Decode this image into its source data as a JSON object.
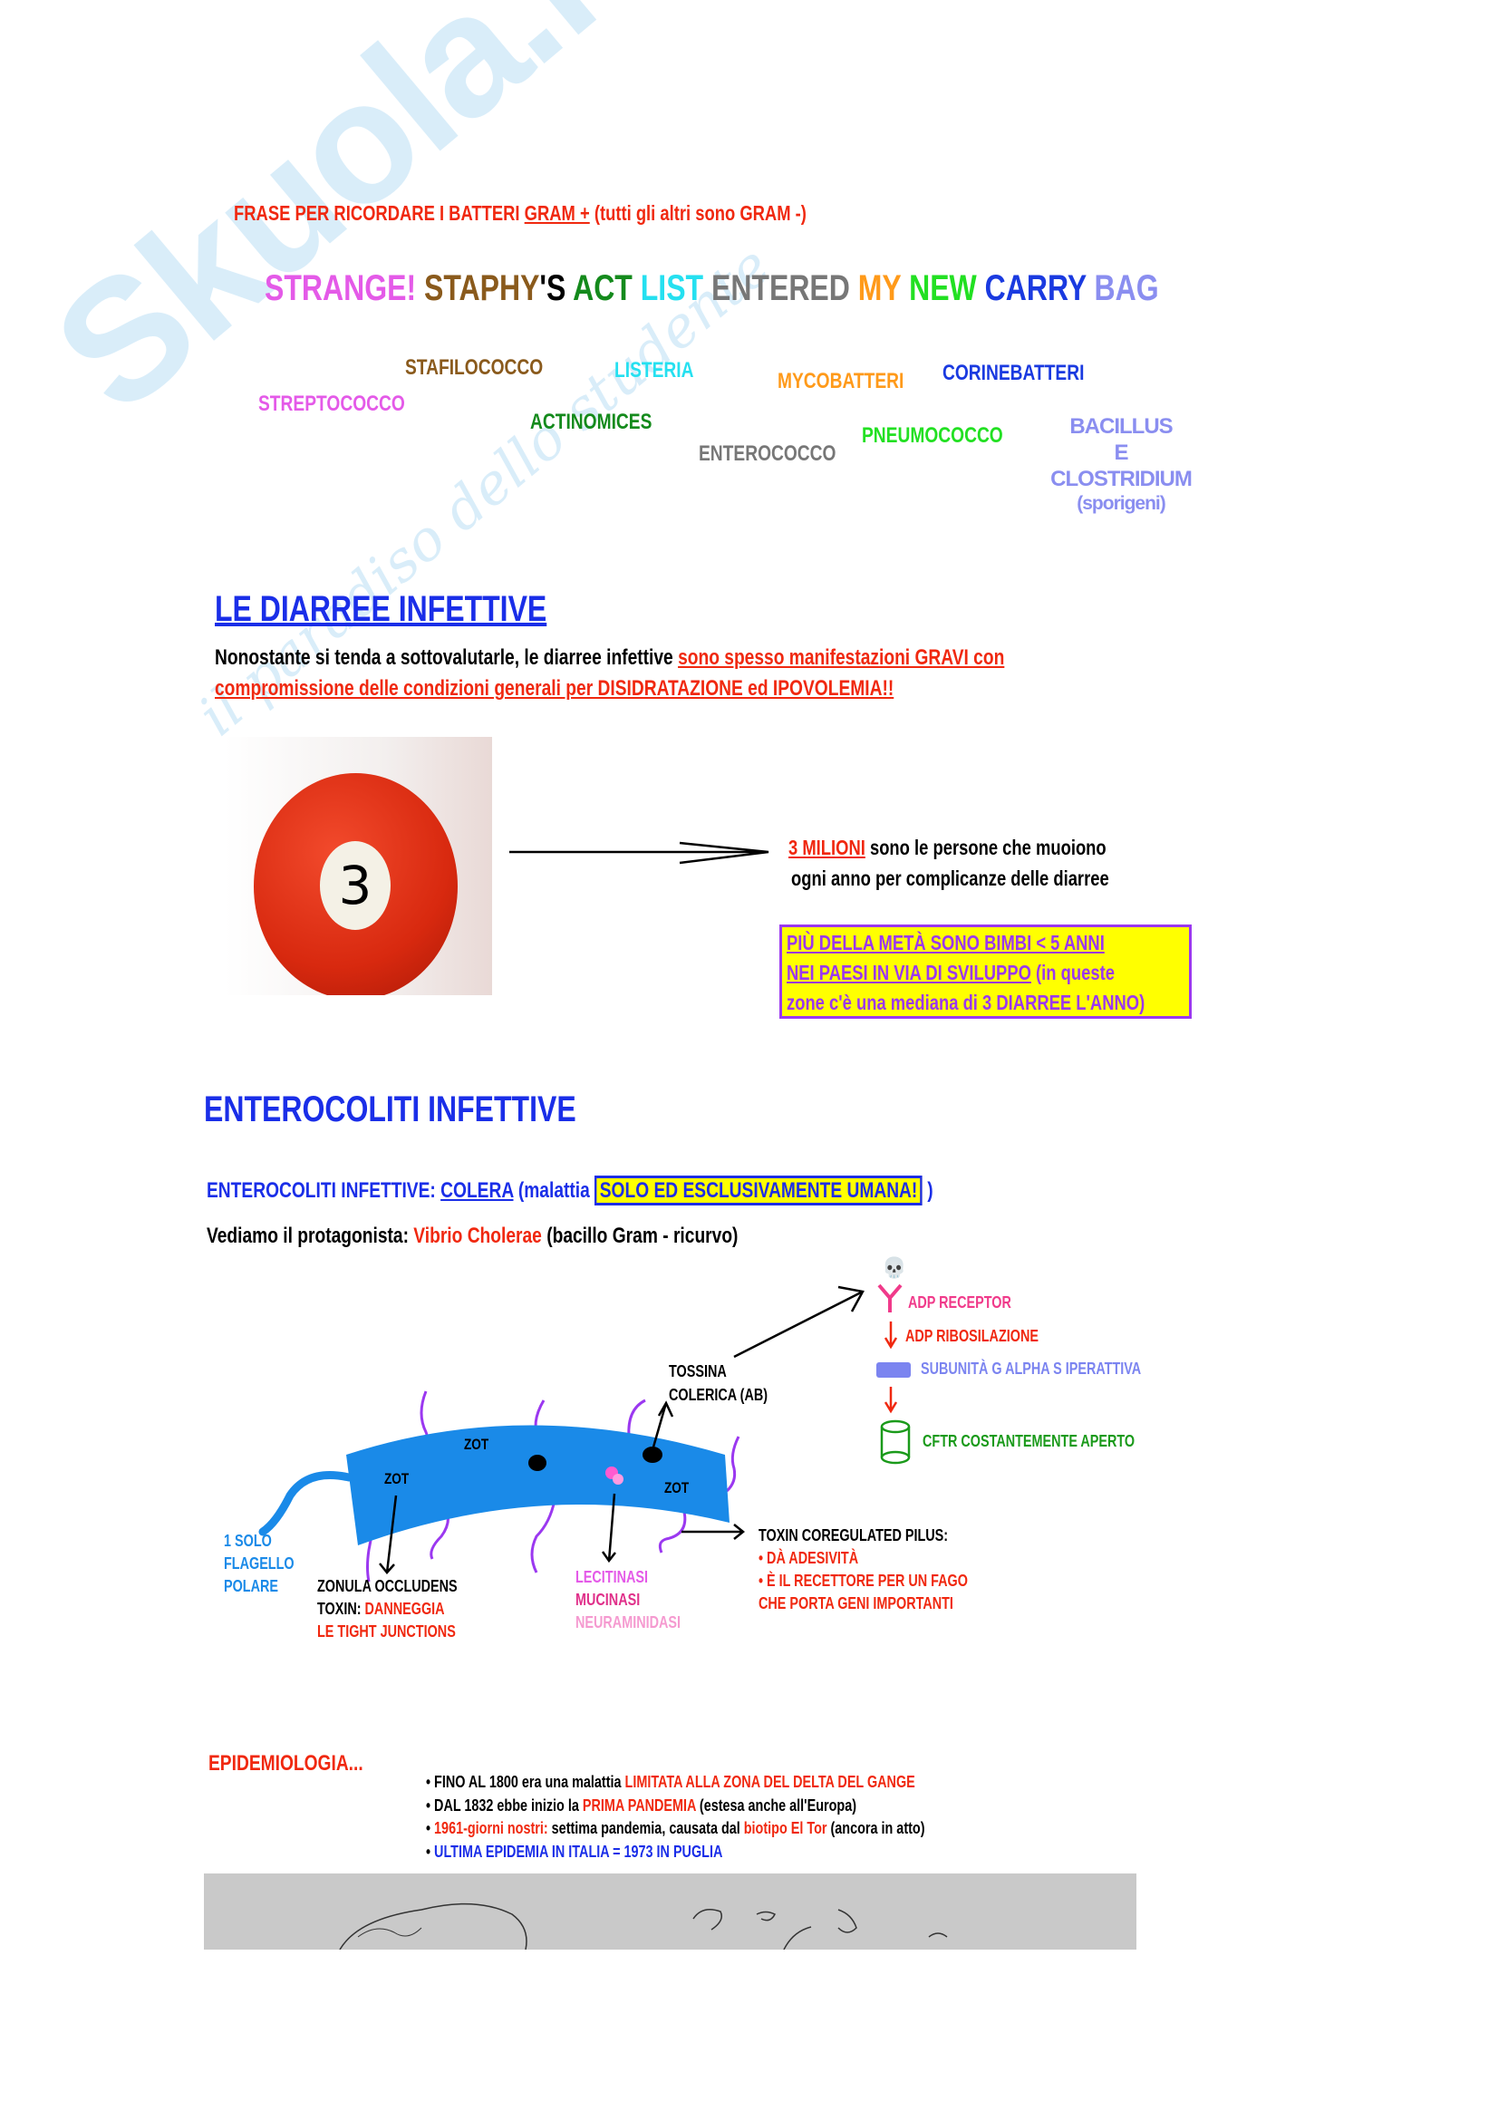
{
  "watermark": {
    "brand": "Skuola.net",
    "tagline": "il paradiso dello studente"
  },
  "mnemonic": {
    "intro": {
      "a": "FRASE PER RICORDARE I BATTERI ",
      "b": "GRAM +",
      "c": " (tutti gli altri sono GRAM -)"
    },
    "phrase": [
      {
        "text": "STRANGE!",
        "color": "#e45ae8"
      },
      {
        "text": " STAPHY",
        "color": "#8a5a1c"
      },
      {
        "text": "'S",
        "color": "#000000"
      },
      {
        "text": " ACT",
        "color": "#148a1c"
      },
      {
        "text": " LIST",
        "color": "#25e0f0"
      },
      {
        "text": " ENTERED",
        "color": "#777777"
      },
      {
        "text": " MY",
        "color": "#ff9a1a"
      },
      {
        "text": " NEW",
        "color": "#22e022"
      },
      {
        "text": " CARRY",
        "color": "#1a3ae0"
      },
      {
        "text": " BAG",
        "color": "#8a8ef0"
      }
    ],
    "bacteria": {
      "stafilococco": "STAFILOCOCCO",
      "listeria": "LISTERIA",
      "mycobatteri": "MYCOBATTERI",
      "corinebatteri": "CORINEBATTERI",
      "streptococco": "STREPTOCOCCO",
      "actinomices": "ACTINOMICES",
      "enterococco": "ENTEROCOCCO",
      "pneumococco": "PNEUMOCOCCO",
      "bacillus_1": "BACILLUS",
      "bacillus_2": "E CLOSTRIDIUM",
      "bacillus_3": "(sporigeni)"
    }
  },
  "diarrea": {
    "title": "LE DIARREE INFETTIVE",
    "p_a": "Nonostante si tenda a sottovalutarle, le diarree infettive ",
    "p_b": "sono spesso manifestazioni GRAVI con",
    "p_c": "compromissione delle condizioni generali per DISIDRATAZIONE ed IPOVOLEMIA!!",
    "ball_number": "3",
    "stat_a": "3 MILIONI",
    "stat_b": " sono le persone che muoiono",
    "stat_c": "ogni anno per complicanze delle diarree",
    "box_1": "PIÙ DELLA METÀ SONO BIMBI < 5 ANNI",
    "box_2a": "NEI PAESI IN VIA DI SVILUPPO",
    "box_2b": " (in queste",
    "box_3": "zone c'è una mediana di 3 DIARREE L'ANNO)"
  },
  "enterocoliti": {
    "title": "ENTEROCOLITI INFETTIVE",
    "colera_a": "ENTEROCOLITI INFETTIVE: ",
    "colera_b": "COLERA",
    "colera_c": " (malattia ",
    "colera_box": "SOLO ED ESCLUSIVAMENTE UMANA!",
    "colera_d": " )",
    "vediamo_a": "Vediamo il protagonista: ",
    "vediamo_b": "Vibrio Cholerae",
    "vediamo_c": " (bacillo Gram - ricurvo)"
  },
  "diagram": {
    "skull": "💀",
    "adp_receptor": "ADP RECEPTOR",
    "adp_ribosilazione": "ADP RIBOSILAZIONE",
    "subunita": "SUBUNITÀ G ALPHA S IPERATTIVA",
    "cftr": "CFTR COSTANTEMENTE APERTO",
    "tossina_1": "TOSSINA",
    "tossina_2": "COLERICA (AB)",
    "zot": "ZOT",
    "flagello_1": "1 SOLO",
    "flagello_2": "FLAGELLO",
    "flagello_3": "POLARE",
    "zonula_1": "ZONULA OCCLUDENS",
    "zonula_2a": "TOXIN: ",
    "zonula_2b": "DANNEGGIA",
    "zonula_3": "LE TIGHT JUNCTIONS",
    "enzimi_1": "LECITINASI",
    "enzimi_2": "MUCINASI",
    "enzimi_3": "NEURAMINIDASI",
    "pilus_1": "TOXIN COREGULATED PILUS:",
    "pilus_2": "• DÀ ADESIVITÀ",
    "pilus_3": "• È IL RECETTORE PER UN FAGO",
    "pilus_4": "CHE PORTA GENI IMPORTANTI"
  },
  "epidemiologia": {
    "title": "EPIDEMIOLOGIA...",
    "b1": {
      "a": "• FINO AL 1800 era una malattia ",
      "b": "LIMITATA ALLA ZONA DEL DELTA DEL GANGE"
    },
    "b2": {
      "a": "• DAL 1832 ebbe inizio la ",
      "b": "PRIMA PANDEMIA",
      "c": " (estesa anche all'Europa)"
    },
    "b3": {
      "a": "• ",
      "b": "1961-giorni nostri:",
      "c": " settima pandemia, causata dal ",
      "d": "biotipo El Tor",
      "e": " (ancora in atto)"
    },
    "b4": {
      "a": "• ",
      "b": "ULTIMA EPIDEMIA IN ITALIA = 1973 IN PUGLIA"
    }
  }
}
